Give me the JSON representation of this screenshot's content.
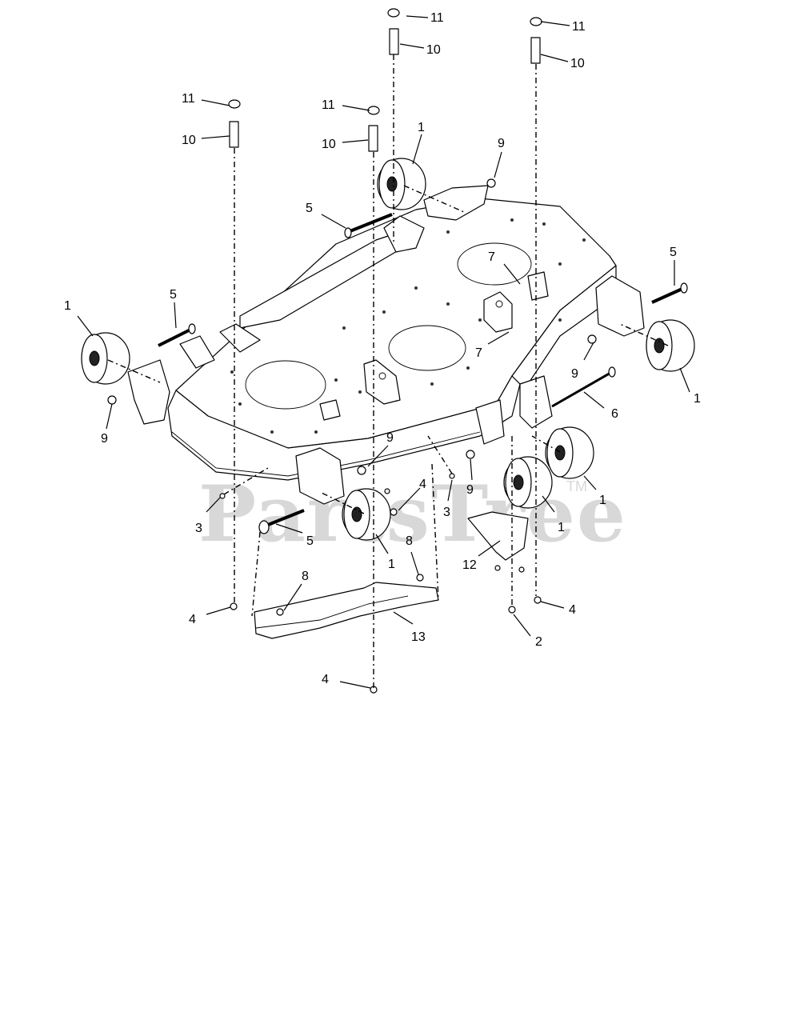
{
  "watermark": {
    "text": "PartsTree",
    "trademark": "TM"
  },
  "callouts": {
    "wheel_1": "1",
    "deflector_bolt_2": "2",
    "carriage_bolt_3": "3",
    "nut_4": "4",
    "wheel_bolt_5": "5",
    "long_bolt_6": "6",
    "bolt_7": "7",
    "nut_8": "8",
    "nut_9": "9",
    "spacer_10": "10",
    "cap_11": "11",
    "bracket_12": "12",
    "deflector_13": "13"
  }
}
